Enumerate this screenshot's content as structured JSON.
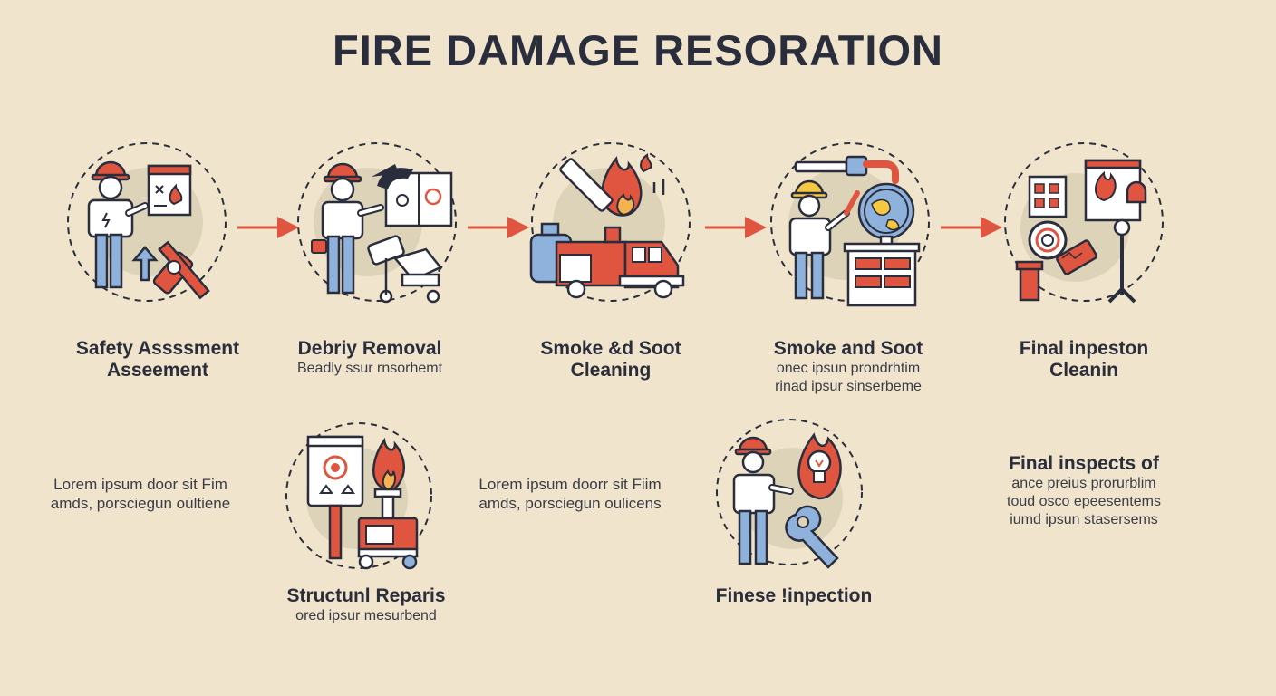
{
  "title": "FIRE DAMAGE RESORATION",
  "colors": {
    "background": "#f1e4cd",
    "accent_red": "#e0553f",
    "navy": "#2a2e3c",
    "blue": "#8fb2dd",
    "blob": "#ddd3b8"
  },
  "steps": [
    {
      "title_lines": [
        "Safety Assssment",
        "Asseement"
      ],
      "subtitle_lines": []
    },
    {
      "title_lines": [
        "Debriy Removal"
      ],
      "subtitle_lines": [
        "Beadly ssur rnsorhemt"
      ]
    },
    {
      "title_lines": [
        "Smoke &d Soot",
        "Cleaning"
      ],
      "subtitle_lines": []
    },
    {
      "title_lines": [
        "Smoke and Soot"
      ],
      "subtitle_lines": [
        "onec ipsun prondrhtim",
        "rinad ipsur sinserbeme"
      ]
    },
    {
      "title_lines": [
        "Final inpeston",
        "Cleanin"
      ],
      "subtitle_lines": []
    }
  ],
  "lower_steps": [
    {
      "title": "Structunl Reparis",
      "subtitle": "ored ipsur mesurbend"
    },
    {
      "title": "Finese !inpection",
      "subtitle": ""
    }
  ],
  "side_notes": [
    {
      "lines": [
        "Lorem ipsum door sit Fim",
        "amds, porsciegun oultiene"
      ]
    },
    {
      "lines": [
        "Lorem ipsum doorr sit Fiim",
        "amds, porsciegun oulicens"
      ]
    },
    {
      "title": "Final inspects of",
      "lines": [
        "ance preius prorurblim",
        "toud osco epeesentems",
        "iumd ipsun stasersems"
      ]
    }
  ],
  "icons": [
    "worker-checklist-icon",
    "debris-cart-icon",
    "fire-truck-icon",
    "worker-globe-icon",
    "inspection-board-icon",
    "repair-sign-icon",
    "lightbulb-inspection-icon"
  ]
}
